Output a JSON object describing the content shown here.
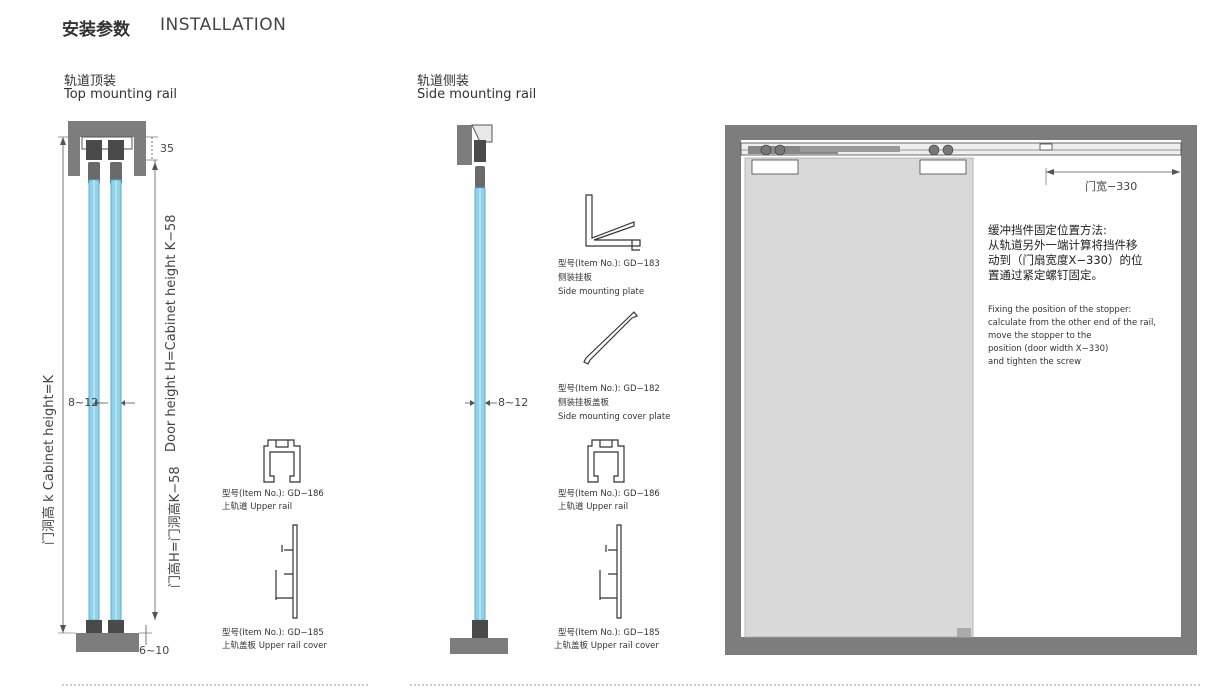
{
  "header": {
    "title_cn": "安装参数",
    "title_en": "INSTALLATION"
  },
  "top_mount": {
    "title_cn": "轨道顶装",
    "title_en": "Top mounting rail"
  },
  "side_mount": {
    "title_cn": "轨道侧装",
    "title_en": "Side mounting rail"
  },
  "dims": {
    "d35": "35",
    "gap": "8~12",
    "gap_side": "8~12",
    "bottom": "6~10",
    "cabinet_height": "门洞高 k  Cabinet height=K",
    "door_height_en": "Door height H=Cabinet height K−58",
    "door_height_cn": "门高H=门洞高K−58",
    "door_width": "门宽−330"
  },
  "parts": {
    "gd186_a": {
      "item": "型号(Item No.): GD−186",
      "name": "上轨道 Upper rail"
    },
    "gd185_a": {
      "item": "型号(Item No.): GD−185",
      "name": "上轨盖板 Upper rail cover"
    },
    "gd183": {
      "item": "型号(Item No.): GD−183",
      "name_cn": "侧装挂板",
      "name_en": "Side mounting plate"
    },
    "gd182": {
      "item": "型号(Item No.): GD−182",
      "name_cn": "侧装挂板盖板",
      "name_en": "Side mounting cover plate"
    },
    "gd186_b": {
      "item": "型号(Item No.): GD−186",
      "name": "上轨道 Upper rail"
    },
    "gd185_b": {
      "item": "型号(Item No.): GD−185",
      "name": "上轨盖板 Upper rail cover"
    }
  },
  "note": {
    "cn_1": "缓冲挡件固定位置方法:",
    "cn_2": "从轨道另外一端计算将挡件移",
    "cn_3": "动到（门扇宽度X−330）的位",
    "cn_4": "置通过紧定螺钉固定。",
    "en_1": "Fixing the position of the stopper:",
    "en_2": "calculate from the other end of the rail,",
    "en_3": "move the stopper to the",
    "en_4": "position (door width X−330)",
    "en_5": "and tighten the screw"
  },
  "colors": {
    "glass": "#8fd3ea",
    "glass_edge": "#5aaed0",
    "frame": "#7d7d7d",
    "frame_dark": "#555555",
    "door_panel": "#d9d9d9"
  }
}
